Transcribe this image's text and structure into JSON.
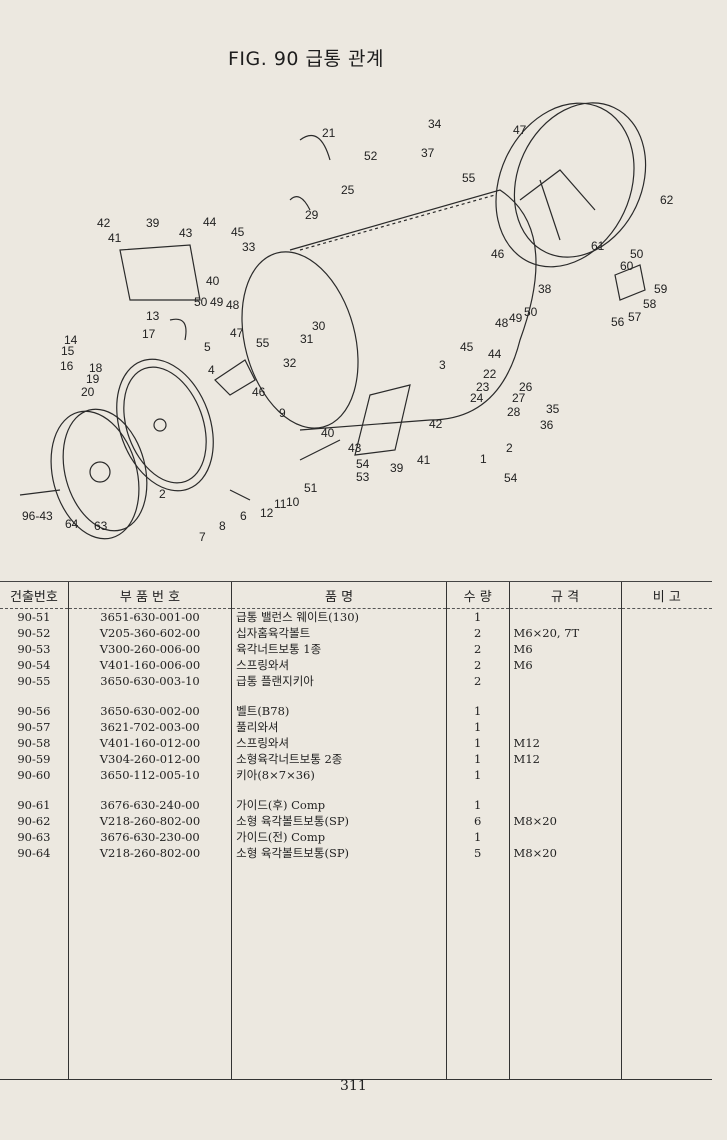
{
  "title": "FIG. 90 급통 관계",
  "diagram": {
    "callouts": [
      "21",
      "34",
      "47",
      "52",
      "37",
      "55",
      "25",
      "62",
      "29",
      "42",
      "41",
      "39",
      "43",
      "44",
      "45",
      "33",
      "46",
      "61",
      "40",
      "50",
      "60",
      "59",
      "38",
      "58",
      "57",
      "56",
      "50",
      "49",
      "48",
      "48",
      "49",
      "50",
      "13",
      "17",
      "47",
      "55",
      "30",
      "31",
      "45",
      "44",
      "14",
      "15",
      "16",
      "18",
      "19",
      "20",
      "5",
      "4",
      "3",
      "22",
      "32",
      "23",
      "26",
      "24",
      "27",
      "28",
      "9",
      "46",
      "35",
      "36",
      "40",
      "42",
      "43",
      "41",
      "2",
      "1",
      "54",
      "39",
      "54",
      "53",
      "51",
      "2",
      "12",
      "11",
      "10",
      "6",
      "8",
      "7",
      "96-43",
      "64",
      "63"
    ]
  },
  "table": {
    "headers": [
      "건출번호",
      "부 품 번 호",
      "품          명",
      "수 량",
      "규      격",
      "비  고"
    ],
    "groups": [
      [
        [
          "90-51",
          "3651-630-001-00",
          "급통 밸런스 웨이트(130)",
          "1",
          ""
        ],
        [
          "90-52",
          "V205-360-602-00",
          "십자홈육각볼트",
          "2",
          "M6×20, 7T"
        ],
        [
          "90-53",
          "V300-260-006-00",
          "육각너트보통 1종",
          "2",
          "M6"
        ],
        [
          "90-54",
          "V401-160-006-00",
          "스프링와셔",
          "2",
          "M6"
        ],
        [
          "90-55",
          "3650-630-003-10",
          "급통 플랜지키아",
          "2",
          ""
        ]
      ],
      [
        [
          "90-56",
          "3650-630-002-00",
          "벨트(B78)",
          "1",
          ""
        ],
        [
          "90-57",
          "3621-702-003-00",
          "풀리와셔",
          "1",
          ""
        ],
        [
          "90-58",
          "V401-160-012-00",
          "스프링와셔",
          "1",
          "M12"
        ],
        [
          "90-59",
          "V304-260-012-00",
          "소형육각너트보통 2종",
          "1",
          "M12"
        ],
        [
          "90-60",
          "3650-112-005-10",
          "키아(8×7×36)",
          "1",
          ""
        ]
      ],
      [
        [
          "90-61",
          "3676-630-240-00",
          "가이드(후) Comp",
          "1",
          ""
        ],
        [
          "90-62",
          "V218-260-802-00",
          "소형 육각볼트보통(SP)",
          "6",
          "M8×20"
        ],
        [
          "90-63",
          "3676-630-230-00",
          "가이드(전) Comp",
          "1",
          ""
        ],
        [
          "90-64",
          "V218-260-802-00",
          "소형 육각볼트보통(SP)",
          "5",
          "M8×20"
        ]
      ]
    ]
  },
  "page_number": "311"
}
